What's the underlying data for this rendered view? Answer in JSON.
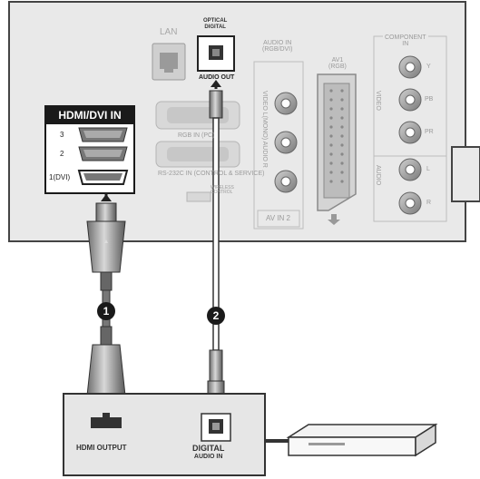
{
  "tv_panel": {
    "lan_label": "LAN",
    "optical_label_line1": "OPTICAL",
    "optical_label_line2": "DIGITAL",
    "audio_out_label": "AUDIO OUT",
    "audio_in_label_line1": "AUDIO IN",
    "audio_in_label_line2": "(RGB/DVI)",
    "av1_label_line1": "AV1",
    "av1_label_line2": "(RGB)",
    "component_label_line1": "COMPONENT",
    "component_label_line2": "IN",
    "rgb_in_label": "RGB IN (PC)",
    "rs232c_label": "RS-232C IN (CONTROL & SERVICE)",
    "wireless_label_line1": "WIRELESS",
    "wireless_label_line2": "CONTROL",
    "av_in2_label": "AV IN 2",
    "video_audio_vertical": "VIDEO  L(MONO)  AUDIO  R",
    "component_video_label": "VIDEO",
    "component_audio_label": "AUDIO",
    "component_jacks": [
      "Y",
      "PB",
      "PR",
      "L",
      "R"
    ],
    "hdmi_title": "HDMI/DVI IN",
    "hdmi_ports": [
      "3",
      "2",
      "1(DVI)"
    ]
  },
  "cables": {
    "cable1_number": "1",
    "cable2_number": "2"
  },
  "external_device": {
    "hdmi_output_label": "HDMI OUTPUT",
    "digital_audio_line1": "DIGITAL",
    "digital_audio_line2": "AUDIO IN"
  },
  "colors": {
    "panel_fill": "#e9e9e9",
    "panel_stroke": "#444444",
    "device_fill": "#e6e6e6",
    "label_dark": "#1a1a1a"
  }
}
